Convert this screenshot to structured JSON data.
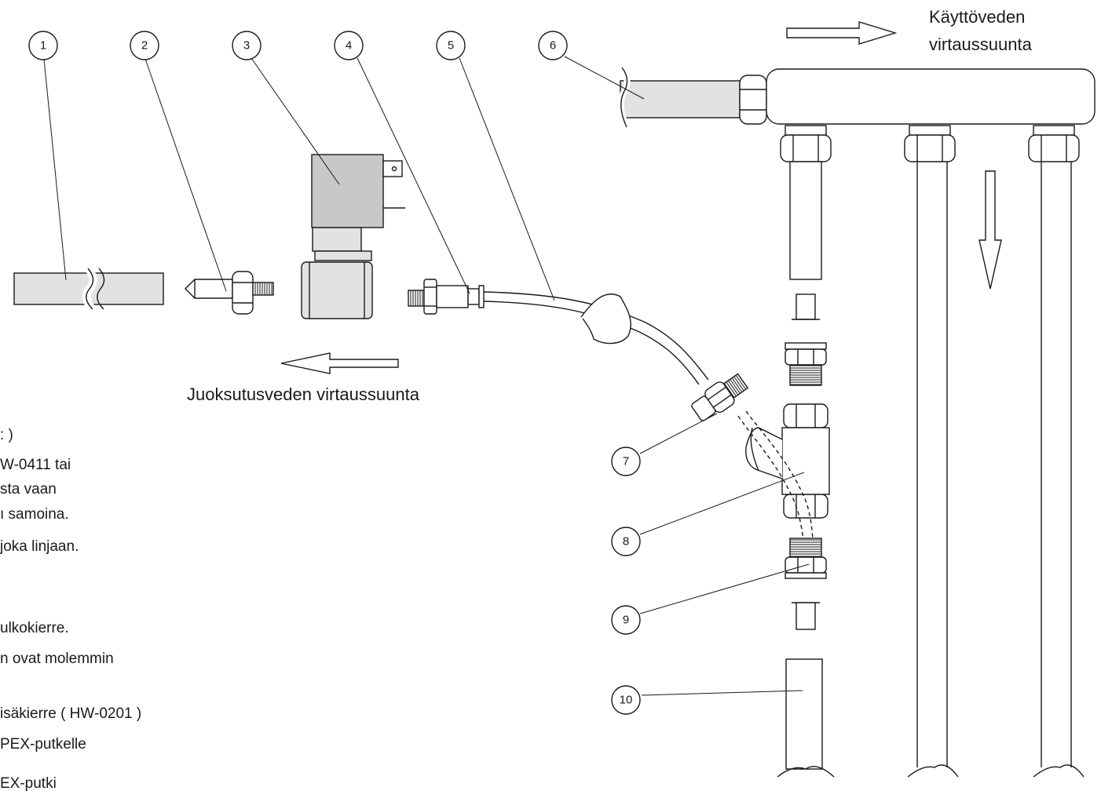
{
  "callouts": [
    {
      "id": "1",
      "label": "1"
    },
    {
      "id": "2",
      "label": "2"
    },
    {
      "id": "3",
      "label": "3"
    },
    {
      "id": "4",
      "label": "4"
    },
    {
      "id": "5",
      "label": "5"
    },
    {
      "id": "6",
      "label": "6"
    },
    {
      "id": "7",
      "label": "7"
    },
    {
      "id": "8",
      "label": "8"
    },
    {
      "id": "9",
      "label": "9"
    },
    {
      "id": "10",
      "label": "10"
    }
  ],
  "flow_labels": {
    "service_water_line1": "Käyttöveden",
    "service_water_line2": "virtaussuunta",
    "drain_water": "Juoksutusveden virtaussuunta"
  },
  "partial_text_lines": [
    ": )",
    "W-0411 tai",
    "sta vaan",
    "ı samoina.",
    "joka linjaan.",
    "ulkokierre.",
    "n ovat molemmin",
    "isäkierre ( HW-0201 )",
    "PEX-putkelle",
    "EX-putki"
  ],
  "colors": {
    "line": "#1a1a1a",
    "part_fill": "#e2e2e2",
    "coil_fill": "#c8c8c8",
    "white": "#ffffff"
  }
}
